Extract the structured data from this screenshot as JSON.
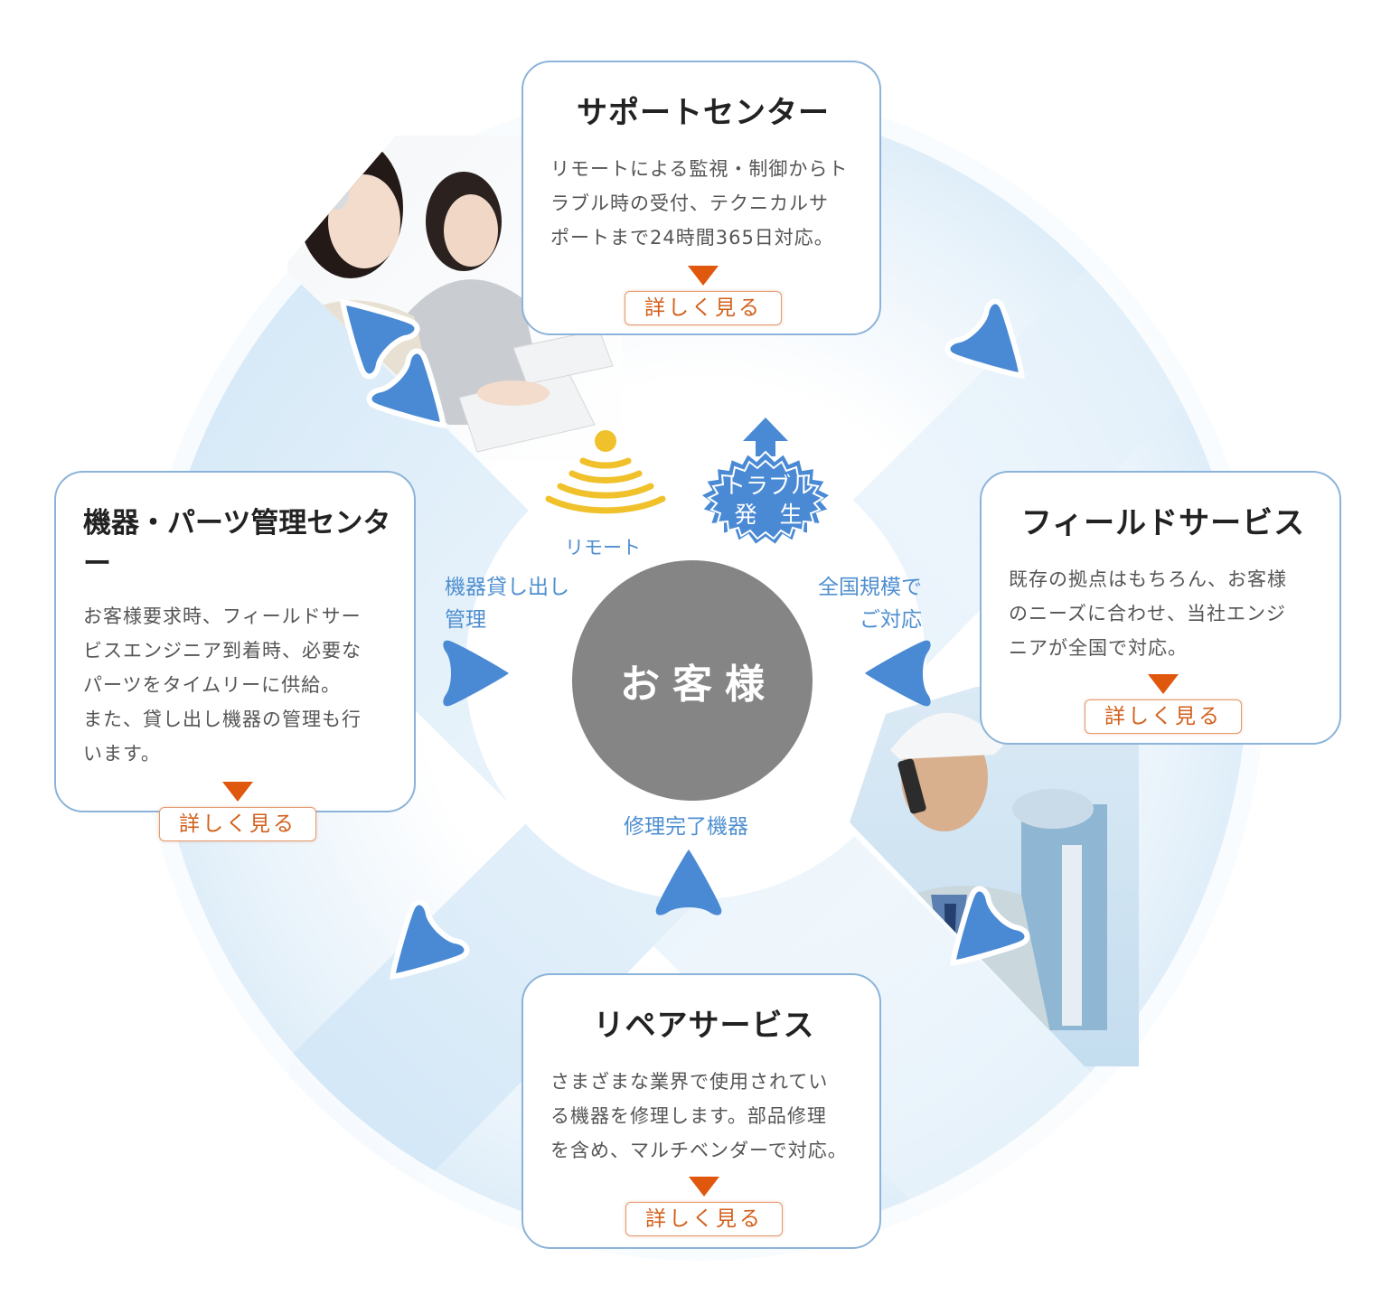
{
  "center": {
    "label": "お客様"
  },
  "cards": {
    "support": {
      "title": "サポートセンター",
      "lines": [
        "リモートによる監視・制御からト",
        "ラブル時の受付、テクニカルサ",
        "ポートまで24時間365日対応。"
      ],
      "button": "詳しく見る"
    },
    "parts": {
      "title": "機器・パーツ管理センター",
      "lines": [
        "お客様要求時、フィールドサー",
        "ビスエンジニア到着時、必要な",
        "パーツをタイムリーに供給。",
        "また、貸し出し機器の管理も行",
        "います。"
      ],
      "button": "詳しく見る"
    },
    "field": {
      "title": "フィールドサービス",
      "lines": [
        "既存の拠点はもちろん、お客様",
        "のニーズに合わせ、当社エンジ",
        "ニアが全国で対応。"
      ],
      "button": "詳しく見る"
    },
    "repair": {
      "title": "リペアサービス",
      "lines": [
        "さまざまな業界で使用されてい",
        "る機器を修理します。部品修理",
        "を含め、マルチベンダーで対応。"
      ],
      "button": "詳しく見る"
    }
  },
  "labels": {
    "remote": "リモート",
    "trouble_line1": "トラブル",
    "trouble_line2": "発　生",
    "rental_line1": "機器貸し出し",
    "rental_line2": "管理",
    "nationwide_line1": "全国規模で",
    "nationwide_line2": "ご対応",
    "repaired": "修理完了機器"
  },
  "colors": {
    "arrow_blue": "#4a8ad4",
    "label_blue": "#4f8fd0",
    "accent_orange": "#e0570e",
    "remote_yellow": "#f0c12a",
    "center_gray": "#858585",
    "card_border": "#8cb3d9"
  }
}
